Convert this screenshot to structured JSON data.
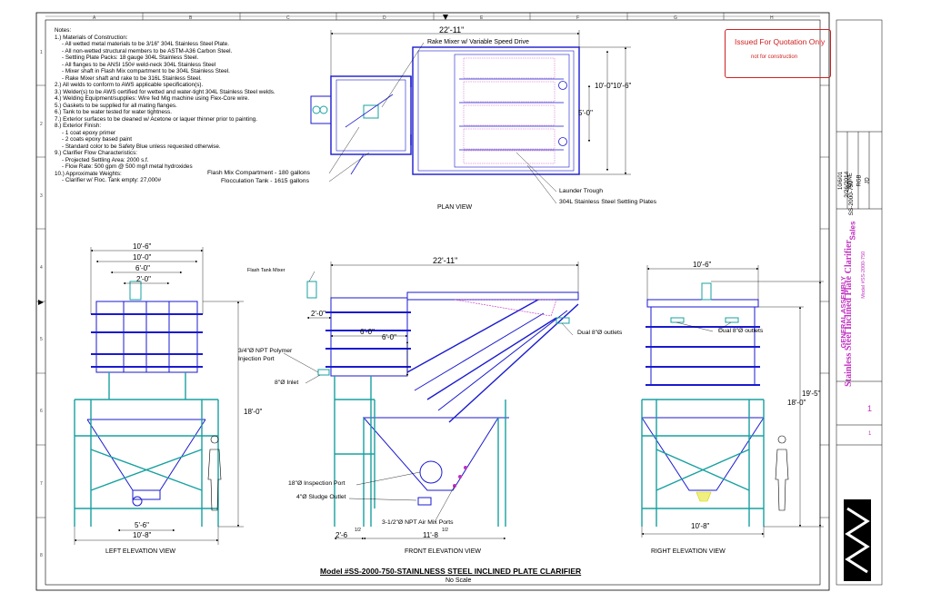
{
  "sheet": {
    "columns": [
      "A",
      "B",
      "C",
      "D",
      "E",
      "F",
      "G",
      "H"
    ],
    "rows": [
      "1",
      "2",
      "3",
      "4",
      "5",
      "6",
      "7",
      "8"
    ]
  },
  "notes": [
    "Notes:",
    "1.) Materials of Construction:",
    "- All wetted metal materials to be 3/16\" 304L Stainless Steel Plate.",
    "- All non-wetted structural members to be ASTM-A36 Carbon Steel.",
    "- Settling Plate Packs: 18 gauge 304L Stainless Steel.",
    "- All flanges to be ANSI 150# weld-neck 304L Stainless Steel",
    "- Mixer shaft in Flash Mix compartment to be 304L Stainless Steel.",
    "- Rake Mixer shaft and rake to be 316L Stainless Steel.",
    "2.) All welds to conform to AWS applicable specification(s).",
    "3.) Welder(s) to be AWS certified for wetted and water-tight 304L Stainless Steel welds.",
    "4.) Welding Equipment/supplies: Wire fed Mig machine using Flex-Core wire.",
    "5.) Gaskets to be supplied for all mating flanges.",
    "6.) Tank to be water tested for water tightness.",
    "7.) Exterior surfaces to be cleaned w/ Acetone or laquer thinner prior to painting.",
    "8.) Exterior Finish:",
    "- 1 coat epoxy primer",
    "- 2 coats epoxy based paint",
    "- Standard color to be Safety Blue unless requested otherwise.",
    "9.) Clarifier Flow Characteristics:",
    "- Projected Settling Area: 2000 s.f.",
    "- Flow Rate: 500 gpm @ 500 mg/l metal hydroxides",
    "10.) Approximate Weights:",
    "- Clarifier w/ Floc. Tank empty: 27,000#"
  ],
  "stamp": {
    "title": "Issued For Quotation Only",
    "subtitle": "not for construction",
    "color": "#d02020"
  },
  "plan_view": {
    "title": "PLAN VIEW",
    "dim_overall": "22'-11\"",
    "dim_5": "5'-0\"",
    "dim_10_0": "10'-0\"",
    "dim_10_6": "10'-6\"",
    "callout_rake": "Rake Mixer w/ Variable Speed Drive",
    "callout_flash": "Flash Mix Compartment - 180 gallons",
    "callout_floc": "Flocculation Tank - 1615 gallons",
    "callout_launder": "Launder Trough",
    "callout_plates": "304L Stainless Steel Settling Plates"
  },
  "left_elevation": {
    "title": "LEFT ELEVATION VIEW",
    "dim_10_6": "10'-6\"",
    "dim_10_0": "10'-0\"",
    "dim_6_0": "6'-0\"",
    "dim_2_0": "2'-0\"",
    "dim_height": "18'-0\"",
    "dim_5_6": "5'-6\"",
    "dim_10_8": "10'-8\""
  },
  "front_elevation": {
    "title": "FRONT ELEVATION VIEW",
    "dim_overall": "22'-11\"",
    "dim_2_0": "2'-0\"",
    "dim_6_0a": "6'-0\"",
    "dim_6_0b": "6'-0\"",
    "dim_2_6": "2'-6",
    "dim_11_8": "11'-8",
    "dim_half": "1/2",
    "callout_mixer": "Flash Tank Mixer",
    "callout_polymer": "3/4\"Ø NPT Polymer",
    "callout_polymer2": "Injection Port",
    "callout_inlet": "8\"Ø Inlet",
    "callout_outlets": "Dual 8\"Ø outlets",
    "callout_inspection": "18\"Ø Inspection Port",
    "callout_sludge": "4\"Ø Sludge Outlet",
    "callout_air": "3-1/2\"Ø NPT Air Mix Ports"
  },
  "right_elevation": {
    "title": "RIGHT ELEVATION VIEW",
    "dim_10_6": "10'-6\"",
    "dim_18_0": "18'-0\"",
    "dim_19_5": "19'-5\"",
    "dim_10_8": "10'-8\"",
    "callout_outlets": "Dual 8\"Ø outlets"
  },
  "model": {
    "title": "Model #SS-2000-750-STAINLNESS STEEL INCLINED PLATE CLARIFIER",
    "subtitle": "No Scale"
  },
  "title_block": {
    "job": "Sales",
    "date": "10/6/01",
    "scale_a": "NONE",
    "drawn": "RGB",
    "checked": "JD",
    "revised": "2/26/2014",
    "dwg_file": "SS-2000-750",
    "general": "GENERAL ASSEMBLY",
    "product": "Stainless Steel Inclined Plate Clarifier",
    "model": "Model #SS-2000-750",
    "dwg_no": "1",
    "sheet": "1"
  },
  "colors": {
    "structure": "#1a1ad0",
    "frame": "#18a0a0",
    "accent": "#d02020",
    "magenta": "#c030c0",
    "dim": "#000000"
  }
}
